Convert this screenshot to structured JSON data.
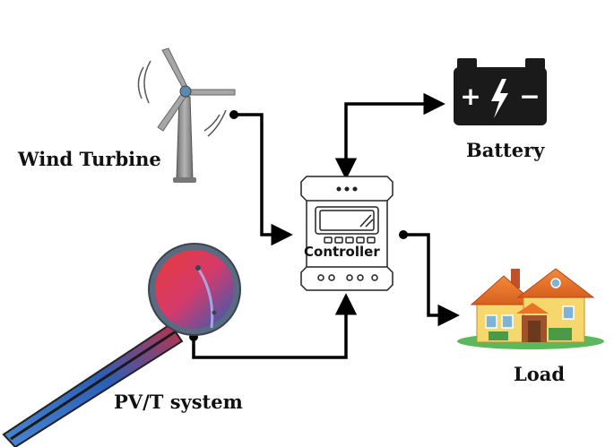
{
  "labels": {
    "wind_turbine": "Wind Turbine",
    "battery": "Battery",
    "controller": "Controller",
    "load": "Load",
    "pvt_system": "PV/T system"
  },
  "battery_terminals": {
    "plus": "+",
    "minus": "−"
  },
  "colors": {
    "line": "#000000",
    "battery_body": "#1a1a1a",
    "roof": "#e8742a",
    "wall": "#f5d76e",
    "grass": "#5cb85c",
    "pvt_hot": "#e83a3a",
    "pvt_cold": "#2a5fb8",
    "turbine": "#8a8a8a"
  },
  "icons": [
    "wind-turbine-icon",
    "battery-icon",
    "controller-icon",
    "house-icon",
    "pvt-collector-icon"
  ]
}
